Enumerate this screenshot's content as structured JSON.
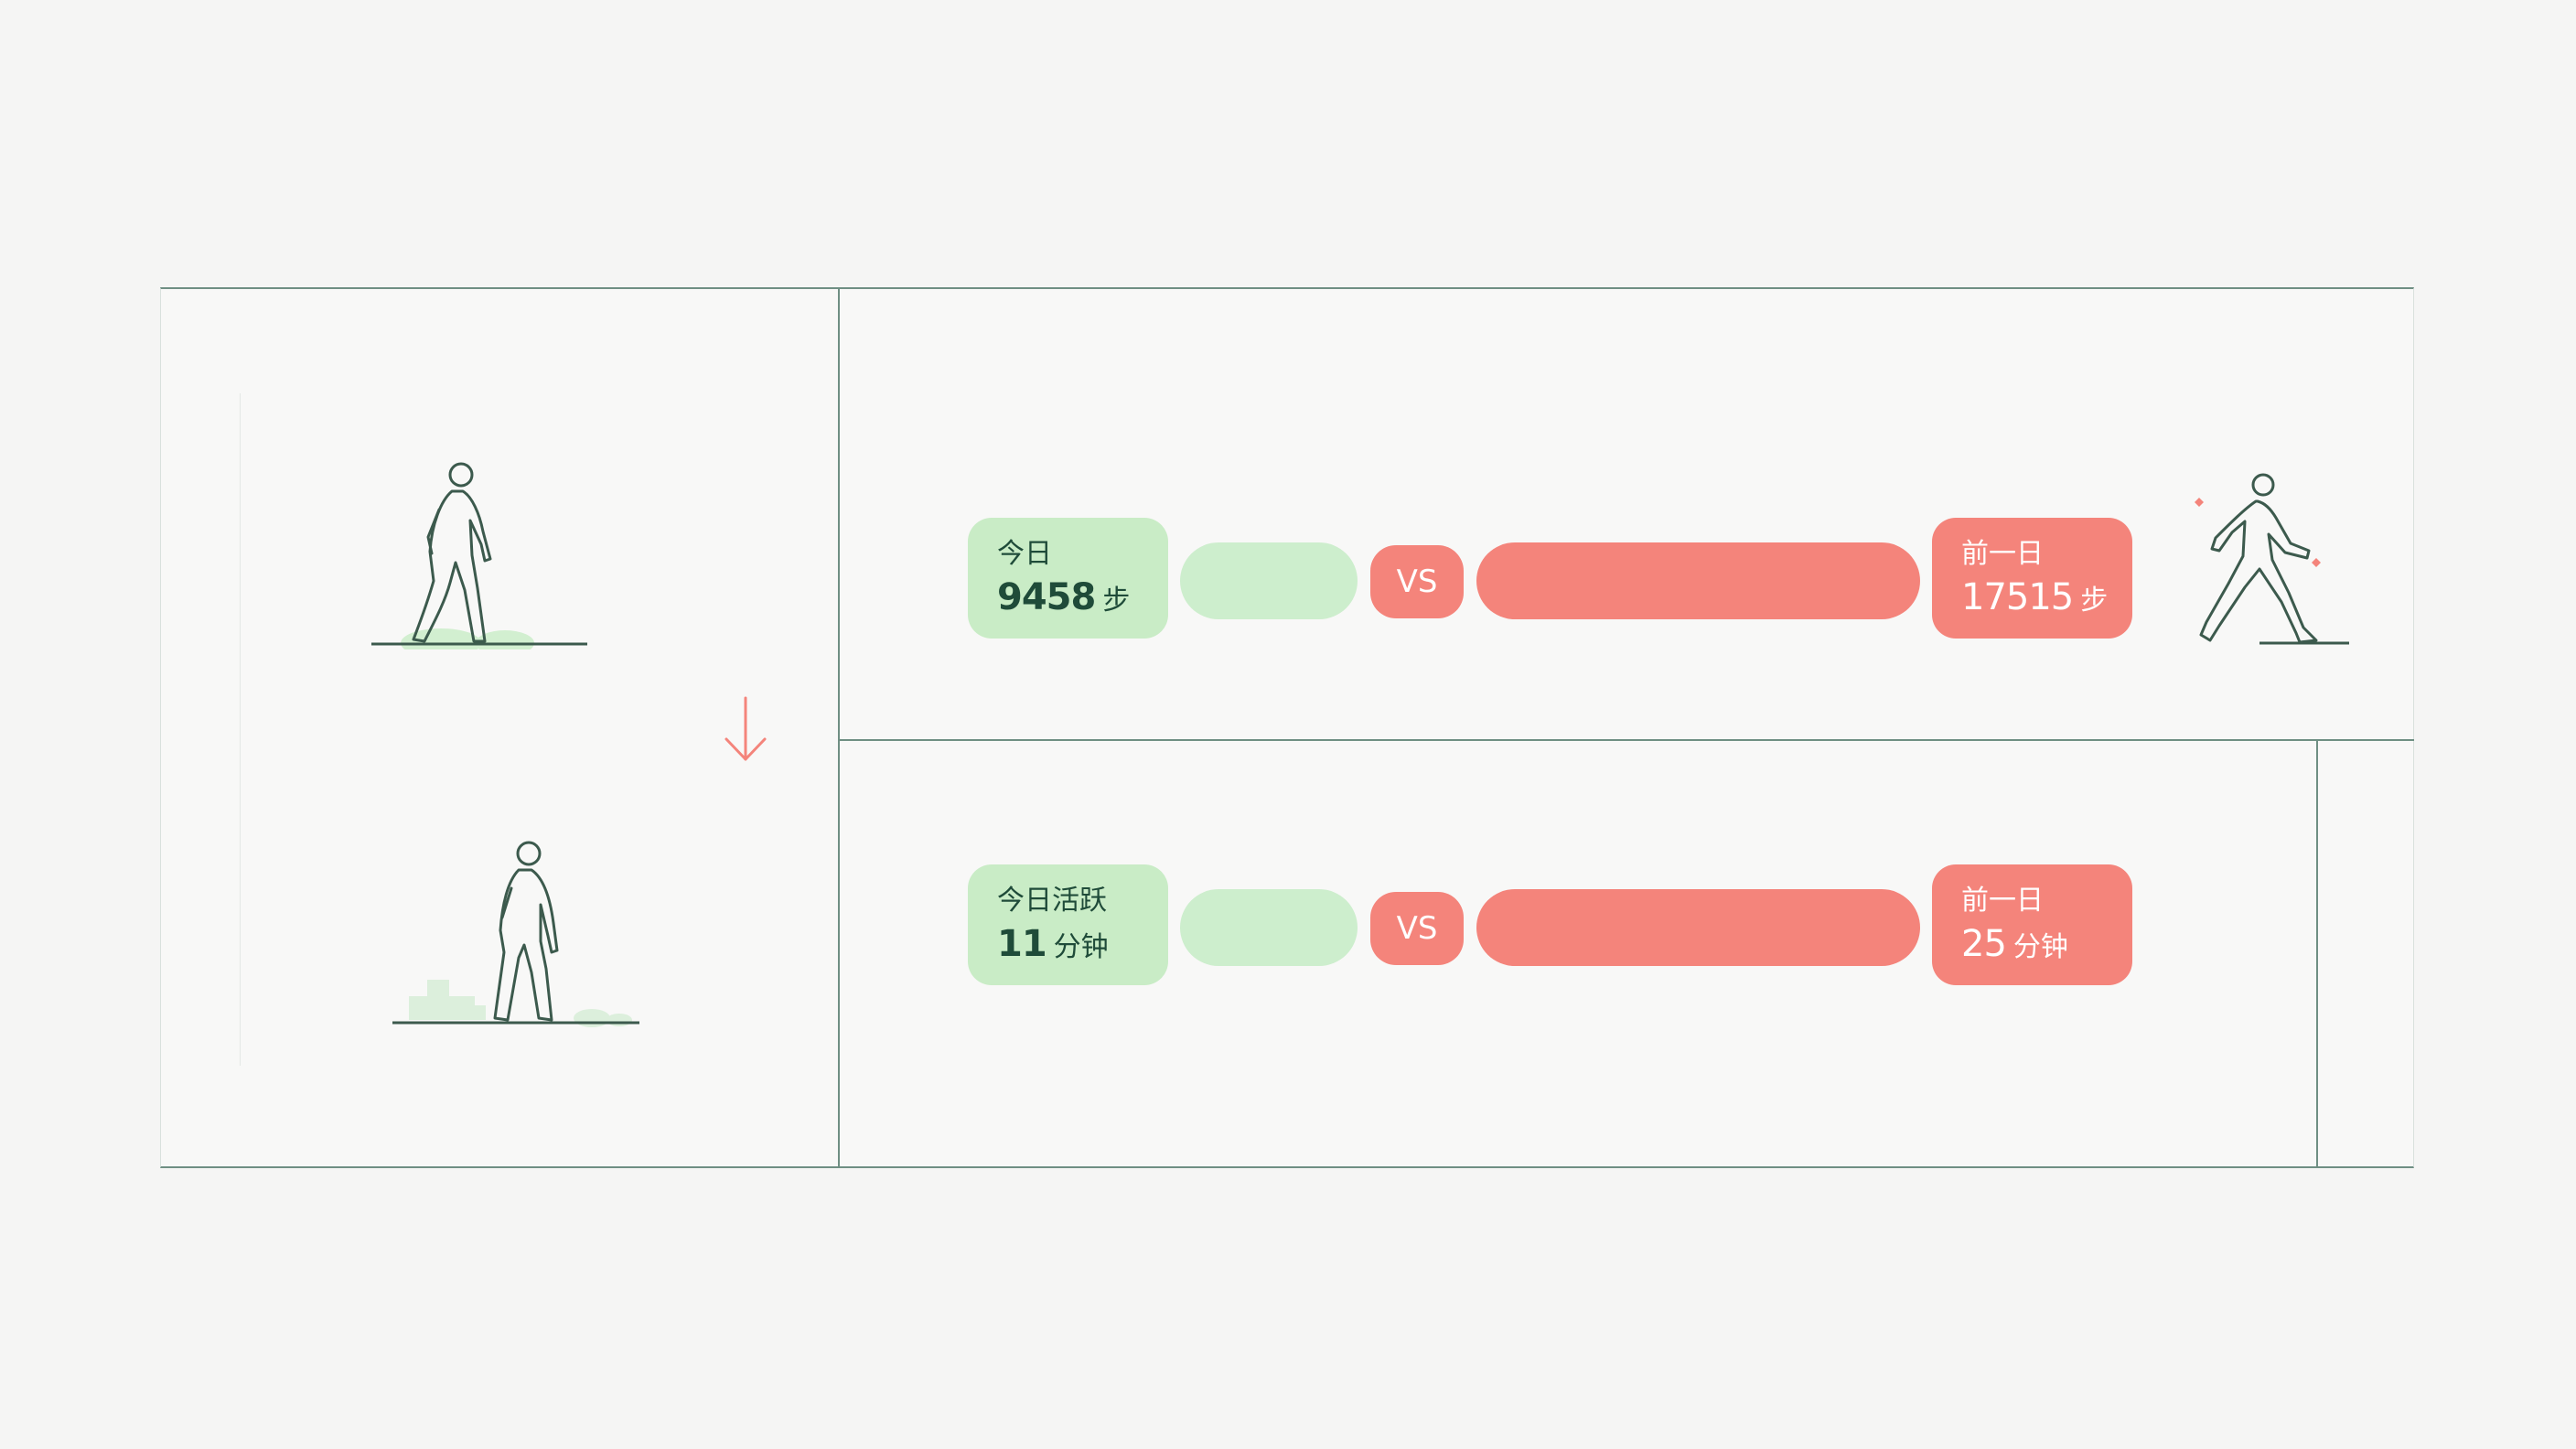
{
  "colors": {
    "accent_green": "#c9ecc6",
    "accent_red": "#f4847b",
    "line": "#6f8f83",
    "ink_dark_green": "#1f4b39",
    "figure_stroke": "#3c5a4d"
  },
  "icons": {
    "left_top": "walking-person-icon",
    "left_bottom": "walking-person-icon",
    "down_arrow": "arrow-down-icon",
    "right_top": "brisk-walking-person-icon"
  },
  "steps_row": {
    "today": {
      "label": "今日",
      "value": "9458",
      "unit": "步"
    },
    "vs_label": "VS",
    "previous": {
      "label": "前一日",
      "value": "17515",
      "unit": "步"
    }
  },
  "active_row": {
    "today": {
      "label": "今日活跃",
      "value": "11",
      "unit": "分钟"
    },
    "vs_label": "VS",
    "previous": {
      "label": "前一日",
      "value": "25",
      "unit": "分钟"
    }
  }
}
